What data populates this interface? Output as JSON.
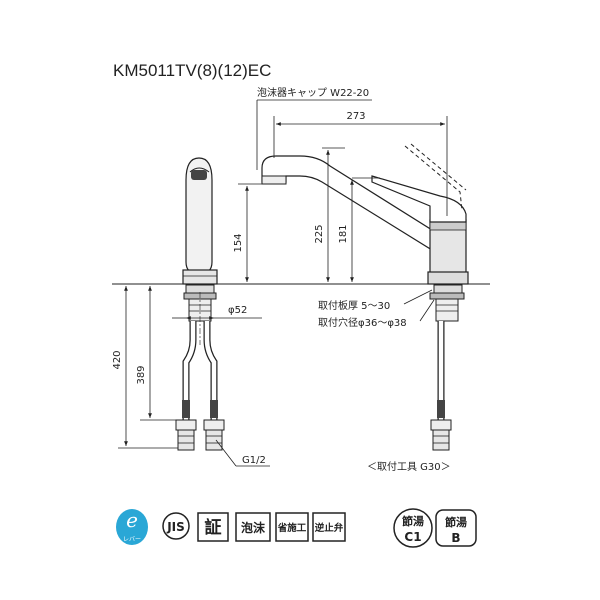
{
  "model_title": "KM5011TV(8)(12)EC",
  "aerator_label": "泡沫器キャップ W22-20",
  "dimensions": {
    "width_273": "273",
    "height_154": "154",
    "height_225": "225",
    "height_181": "181",
    "diameter_52": "φ52",
    "hose_420": "420",
    "hose_389": "389",
    "fitting_g12": "G1/2"
  },
  "mounting": {
    "plate_thickness": "取付板厚 5～30",
    "hole_diameter": "取付穴径φ36～φ38",
    "tool": "＜取付工具 G30＞"
  },
  "badges": {
    "eco_logo_text": "レバー",
    "jis": "JIS",
    "certified": "証",
    "foam": "泡沫",
    "labor_saving": "省施工",
    "check_valve": "逆止弁",
    "water_saving_c1_top": "節湯",
    "water_saving_c1_bottom": "C1",
    "water_saving_b_top": "節湯",
    "water_saving_b_bottom": "B"
  },
  "colors": {
    "line": "#222222",
    "body_gray": "#e6e6e6",
    "dark_gray": "#555555"
  }
}
